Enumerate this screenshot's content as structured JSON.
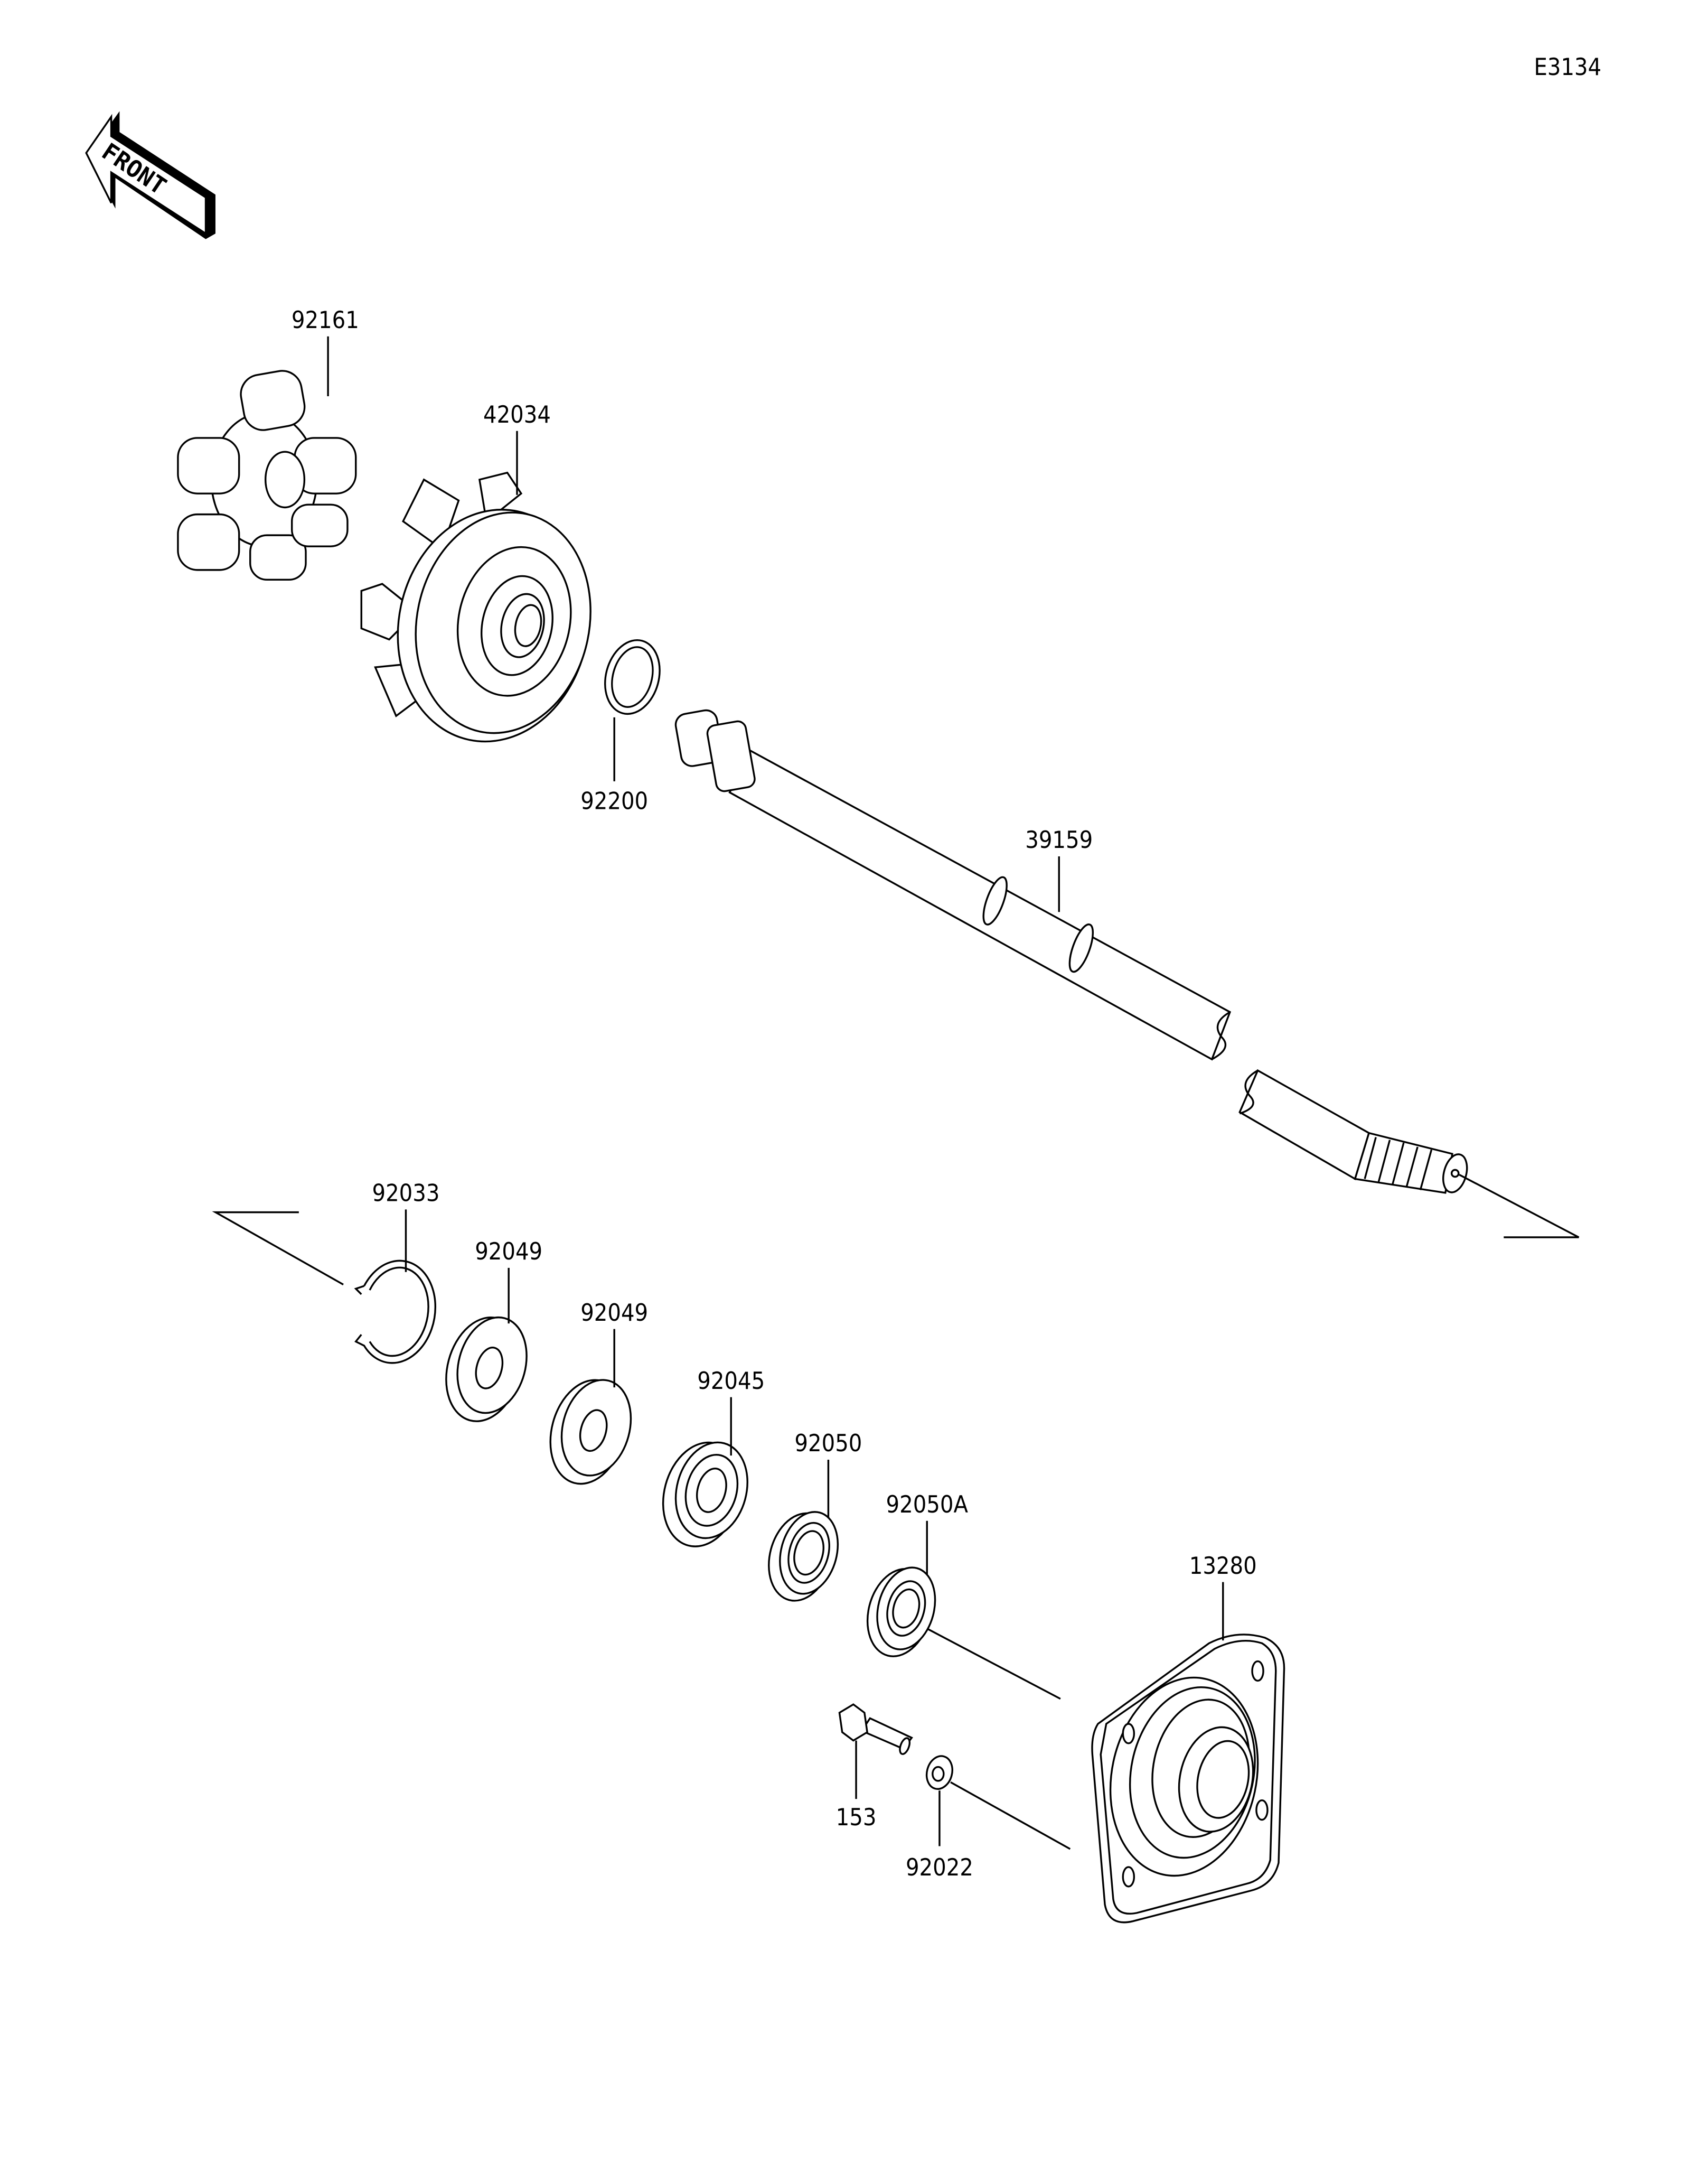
{
  "diagram_code": "E3134",
  "front_arrow": {
    "label": "FRONT"
  },
  "parts": [
    {
      "id": "coupler",
      "number": "92161"
    },
    {
      "id": "impeller",
      "number": "42034"
    },
    {
      "id": "shaft-washer",
      "number": "92200"
    },
    {
      "id": "drive-shaft",
      "number": "39159"
    },
    {
      "id": "circlip",
      "number": "92033"
    },
    {
      "id": "washer-1",
      "number": "92049"
    },
    {
      "id": "washer-2",
      "number": "92049"
    },
    {
      "id": "bearing",
      "number": "92045"
    },
    {
      "id": "oil-seal",
      "number": "92050"
    },
    {
      "id": "oil-seal-a",
      "number": "92050A"
    },
    {
      "id": "housing",
      "number": "13280"
    },
    {
      "id": "bolt",
      "number": "153"
    },
    {
      "id": "small-washer",
      "number": "92022"
    }
  ],
  "colors": {
    "line": "#000000",
    "background": "#ffffff"
  }
}
